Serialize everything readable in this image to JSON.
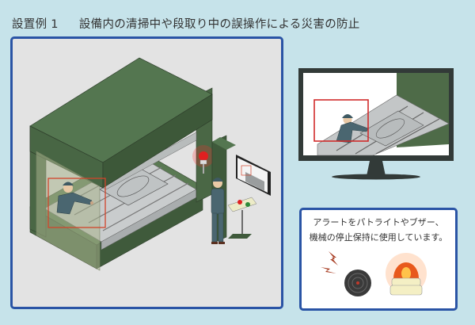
{
  "header": {
    "example_label": "設置例 1",
    "title": "設備内の清掃中や段取り中の誤操作による災害の防止"
  },
  "scene": {
    "description_icons": [
      "press-machine",
      "worker-inside",
      "camera-detection-box",
      "operator",
      "signal-tower",
      "control-panel",
      "hmi-monitor"
    ]
  },
  "monitor": {
    "icon": "camera-monitor"
  },
  "info": {
    "line1": "アラートをパトライトやブザー、",
    "line2": "機械の停止保持に使用しています。",
    "icons": [
      "buzzer-icon",
      "patlite-icon"
    ]
  },
  "colors": {
    "background": "#c6e3ea",
    "panel_border": "#2a54a5",
    "machine_green": "#4e6b48",
    "detection_red": "#d12b2b",
    "alert_orange": "#e8591c"
  }
}
